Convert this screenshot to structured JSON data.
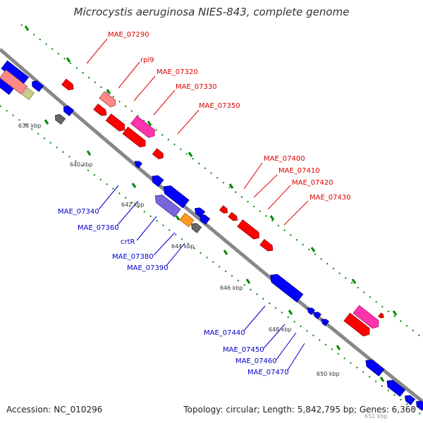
{
  "title": "Microcystis aeruginosa NIES-843, complete genome",
  "footer": {
    "accession": "Accession: NC_010296",
    "info": "Topology: circular; Length: 5,842,795 bp; Genes: 6,360"
  },
  "colors": {
    "forward_gene": "#ff0000",
    "reverse_gene": "#0000ff",
    "rna_gene": "#ff33aa",
    "backbone": "#888888",
    "tick": "#008800",
    "forward_label": "#dd0000",
    "reverse_label": "#0000cc"
  },
  "scale_labels": [
    "638 kbp",
    "640 kbp",
    "642 kbp",
    "644 kbp",
    "646 kbp",
    "648 kbp",
    "650 kbp",
    "652 kbp"
  ],
  "forward_labels": [
    "MAE_07290",
    "rpl9",
    "MAE_07320",
    "MAE_07330",
    "MAE_07350",
    "MAE_07400",
    "MAE_07410",
    "MAE_07420",
    "MAE_07430"
  ],
  "reverse_labels": [
    "MAE_07340",
    "MAE_07360",
    "crtR",
    "MAE_07380",
    "MAE_07390",
    "MAE_07440",
    "MAE_07450",
    "MAE_07460",
    "MAE_07470"
  ]
}
